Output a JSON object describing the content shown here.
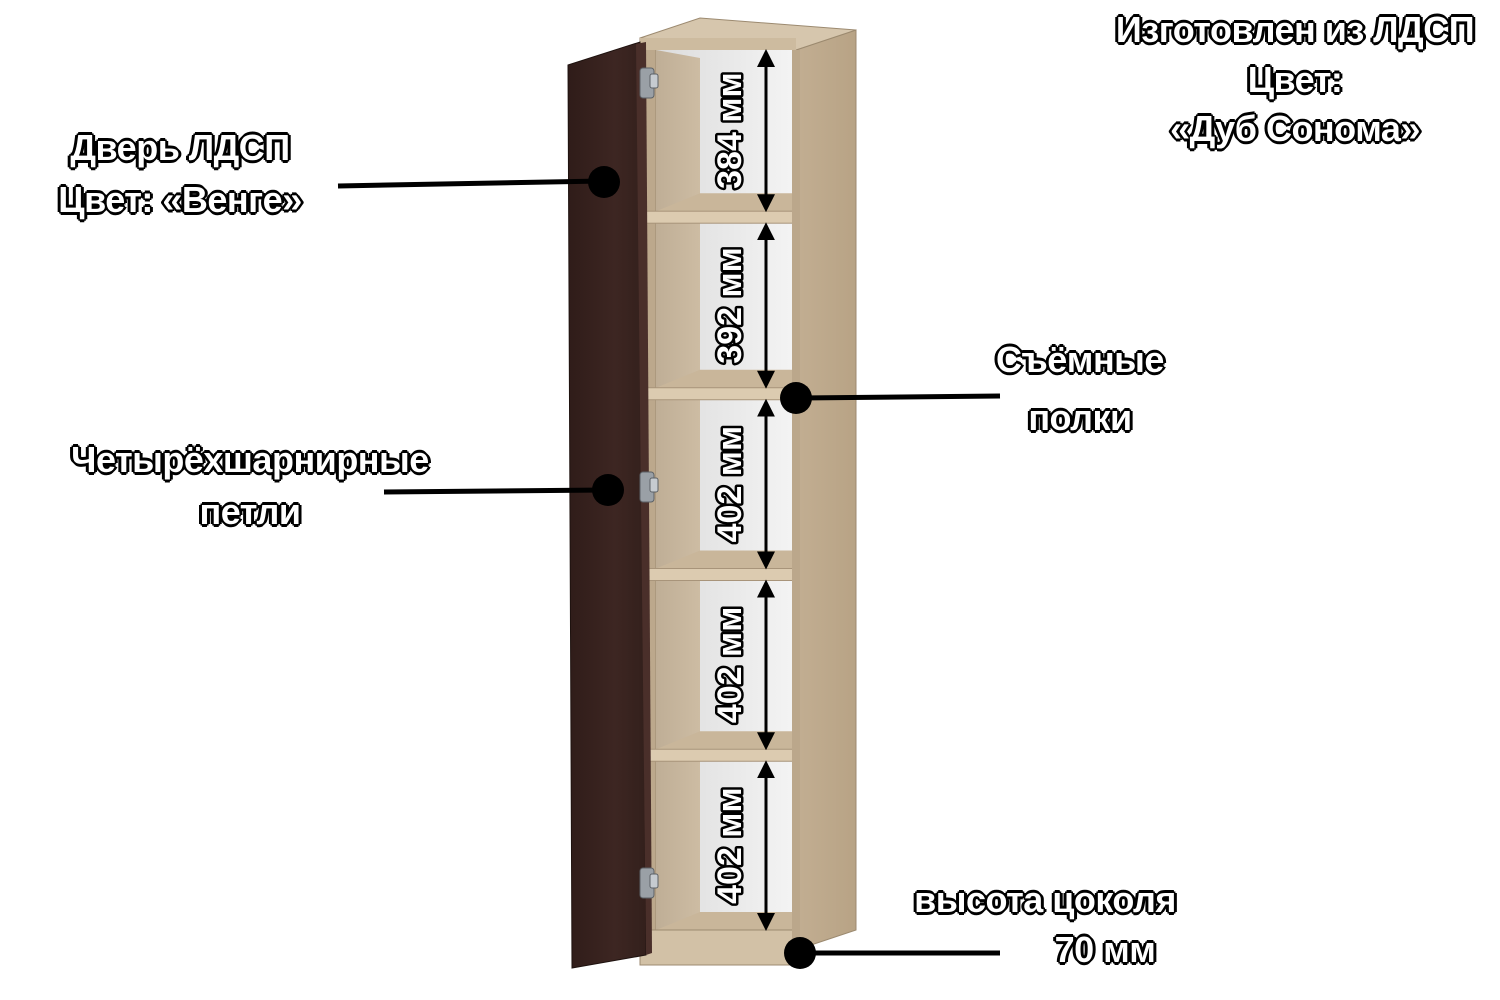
{
  "labels": {
    "material": {
      "line1": "Изготовлен из ЛДСП",
      "line2": "Цвет:",
      "line3": "«Дуб Сонома»"
    },
    "door": {
      "line1": "Дверь ЛДСП",
      "line2": "Цвет: «Венге»"
    },
    "hinges": {
      "line1": "Четырёхшарнирные",
      "line2": "петли"
    },
    "shelves": {
      "line1": "Съёмные",
      "line2": "полки"
    },
    "plinth": {
      "line1": "высота цоколя",
      "line2": "70 мм"
    }
  },
  "dimensions": [
    {
      "text": "384 мм",
      "value_mm": 384
    },
    {
      "text": "392 мм",
      "value_mm": 392
    },
    {
      "text": "402 мм",
      "value_mm": 402
    },
    {
      "text": "402 мм",
      "value_mm": 402
    },
    {
      "text": "402 мм",
      "value_mm": 402
    }
  ],
  "colors": {
    "oak_sonoma": "#c7b49a",
    "oak_sonoma_dark": "#b09c80",
    "wenge": "#3b2420",
    "interior_back": "#e9e9e9",
    "line": "#000000"
  }
}
